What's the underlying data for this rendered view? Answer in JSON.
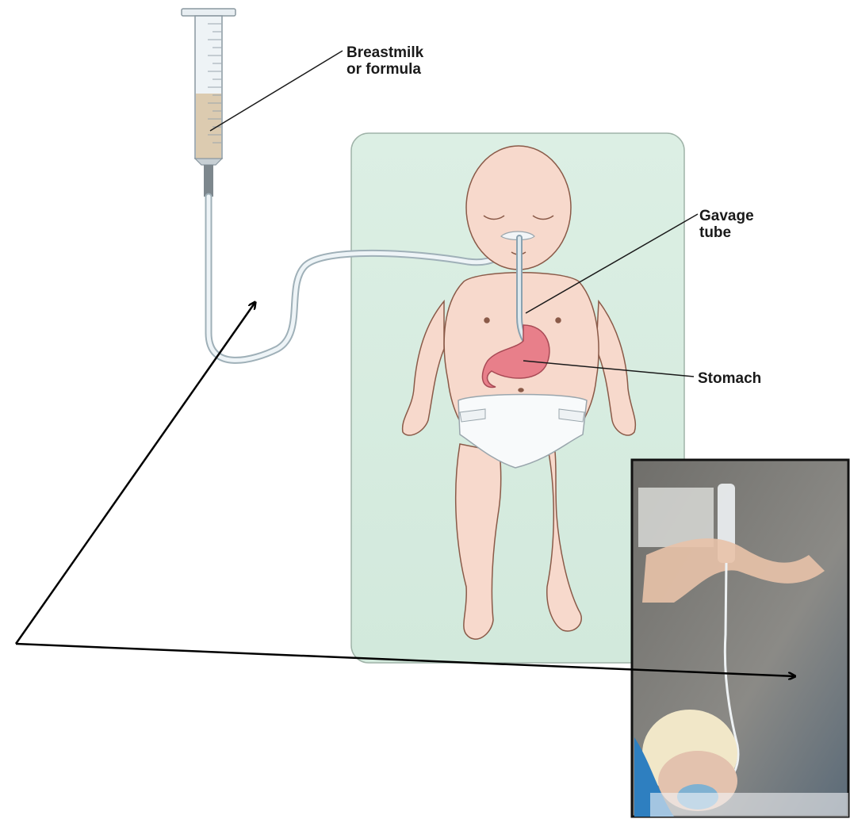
{
  "labels": {
    "breastmilk": {
      "line1": "Breastmilk",
      "line2": "or formula"
    },
    "gavage": {
      "line1": "Gavage",
      "line2": "tube"
    },
    "stomach": "Stomach"
  },
  "colors": {
    "panel_bg": "#d9eee2",
    "skin": "#f7d9cc",
    "skin_stroke": "#8a5a48",
    "stomach": "#e87f8a",
    "tube": "#dfe9ee",
    "milk": "#dccbb0",
    "photo_bg": "#7b7b78"
  }
}
